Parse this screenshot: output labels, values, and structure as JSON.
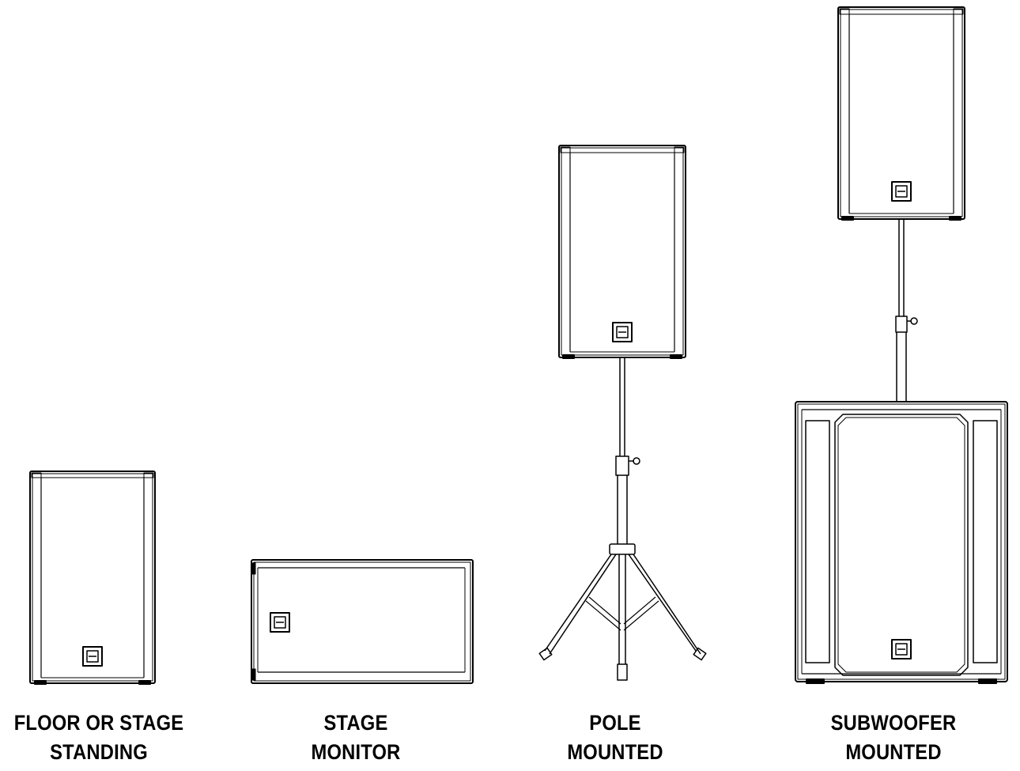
{
  "colors": {
    "line": "#000000",
    "background": "#ffffff"
  },
  "configurations": [
    {
      "id": "floor",
      "caption_line1": "FLOOR OR STAGE",
      "caption_line2": "STANDING"
    },
    {
      "id": "monitor",
      "caption_line1": "STAGE",
      "caption_line2": "MONITOR"
    },
    {
      "id": "pole",
      "caption_line1": "POLE",
      "caption_line2": "MOUNTED"
    },
    {
      "id": "subwoofer",
      "caption_line1": "SUBWOOFER",
      "caption_line2": "MOUNTED"
    }
  ]
}
